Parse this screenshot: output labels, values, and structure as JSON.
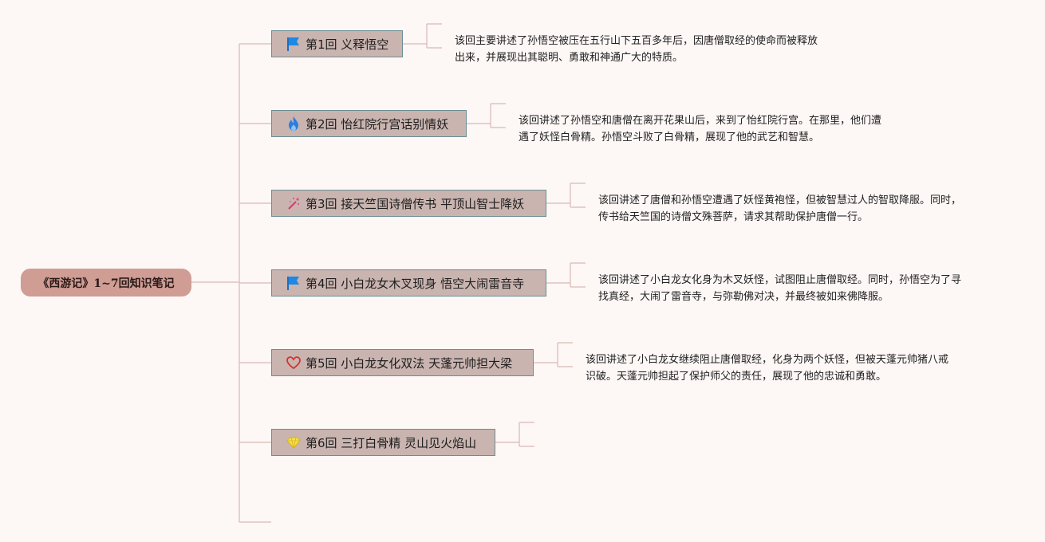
{
  "root": {
    "title": "《西游记》1~7回知识笔记"
  },
  "chapters": [
    {
      "label": "第1回 义释悟空",
      "icon": "blue-flag-icon",
      "desc_line1": "该回主要讲述了孙悟空被压在五行山下五百多年后，因唐僧取经的使命而被释放",
      "desc_line2": "出来，并展现出其聪明、勇敢和神通广大的特质。"
    },
    {
      "label": "第2回 怡红院行宫话别情妖",
      "icon": "fire-icon",
      "desc_line1": "该回讲述了孙悟空和唐僧在离开花果山后，来到了怡红院行宫。在那里，他们遭",
      "desc_line2": "遇了妖怪白骨精。孙悟空斗败了白骨精，展现了他的武艺和智慧。"
    },
    {
      "label": "第3回 接天竺国诗僧传书 平顶山智士降妖",
      "icon": "magic-wand-icon",
      "desc_line1": "该回讲述了唐僧和孙悟空遭遇了妖怪黄袍怪，但被智慧过人的智取降服。同时，",
      "desc_line2": "传书给天竺国的诗僧文殊菩萨，请求其帮助保护唐僧一行。"
    },
    {
      "label": "第4回 小白龙女木叉现身 悟空大闹雷音寺",
      "icon": "blue-flag-icon",
      "desc_line1": "该回讲述了小白龙女化身为木叉妖怪，试图阻止唐僧取经。同时，孙悟空为了寻",
      "desc_line2": "找真经，大闹了雷音寺，与弥勒佛对决，并最终被如来佛降服。"
    },
    {
      "label": "第5回 小白龙女化双法 天蓬元帅担大梁",
      "icon": "heart-icon",
      "desc_line1": "该回讲述了小白龙女继续阻止唐僧取经，化身为两个妖怪，但被天蓬元帅猪八戒",
      "desc_line2": "识破。天蓬元帅担起了保护师父的责任，展现了他的忠诚和勇敢。"
    },
    {
      "label": "第6回 三打白骨精 灵山见火焰山",
      "icon": "diamond-icon",
      "desc_line1": "",
      "desc_line2": ""
    }
  ],
  "colors": {
    "connector": "#d8bab4",
    "root_bg": "#cf9d94",
    "node_bg": "#c9b4b0",
    "node_border": "#6b8e94"
  }
}
